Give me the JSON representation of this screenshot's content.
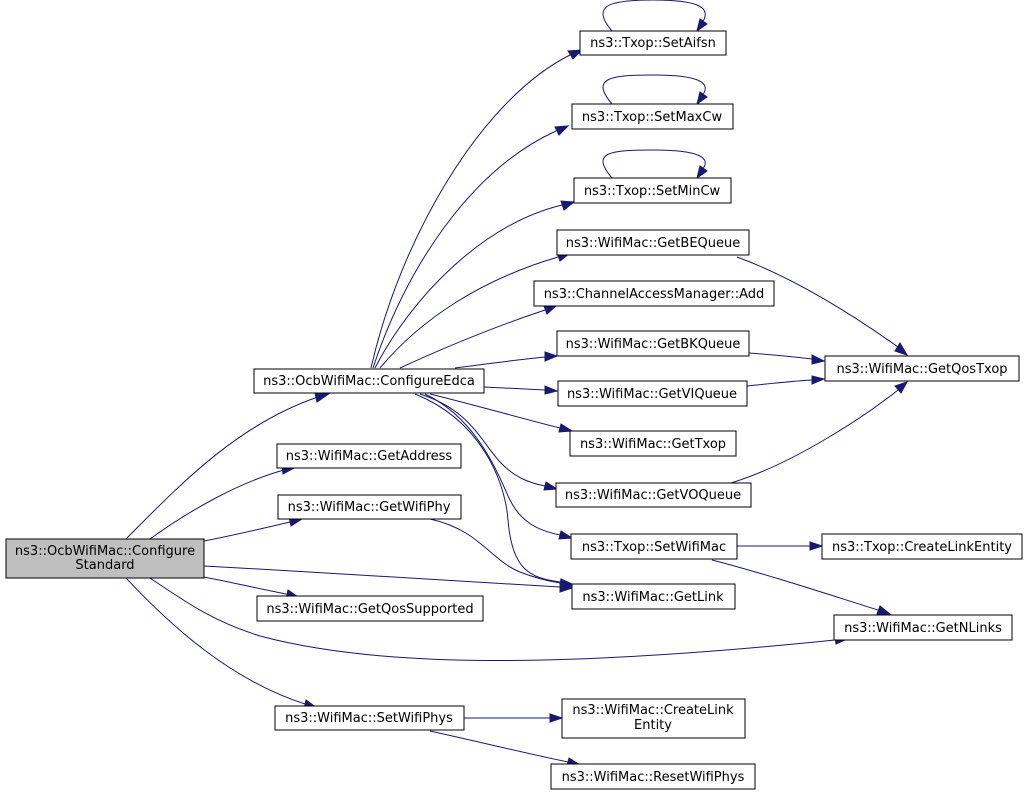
{
  "colors": {
    "edge": "#191970",
    "root_fill": "#bfbfbf",
    "node_fill": "#ffffff",
    "border": "#000000"
  },
  "nodes": {
    "root": [
      "ns3::OcbWifiMac::Configure",
      "Standard"
    ],
    "configure_edca": [
      "ns3::OcbWifiMac::ConfigureEdca"
    ],
    "get_address": [
      "ns3::WifiMac::GetAddress"
    ],
    "get_wifi_phy": [
      "ns3::WifiMac::GetWifiPhy"
    ],
    "get_qos_supported": [
      "ns3::WifiMac::GetQosSupported"
    ],
    "set_wifi_phys": [
      "ns3::WifiMac::SetWifiPhys"
    ],
    "set_aifsn": [
      "ns3::Txop::SetAifsn"
    ],
    "set_max_cw": [
      "ns3::Txop::SetMaxCw"
    ],
    "set_min_cw": [
      "ns3::Txop::SetMinCw"
    ],
    "get_be_queue": [
      "ns3::WifiMac::GetBEQueue"
    ],
    "cam_add": [
      "ns3::ChannelAccessManager::Add"
    ],
    "get_bk_queue": [
      "ns3::WifiMac::GetBKQueue"
    ],
    "get_vi_queue": [
      "ns3::WifiMac::GetVIQueue"
    ],
    "get_txop": [
      "ns3::WifiMac::GetTxop"
    ],
    "get_vo_queue": [
      "ns3::WifiMac::GetVOQueue"
    ],
    "txop_set_wifi_mac": [
      "ns3::Txop::SetWifiMac"
    ],
    "get_link": [
      "ns3::WifiMac::GetLink"
    ],
    "get_qos_txop": [
      "ns3::WifiMac::GetQosTxop"
    ],
    "create_link_entity_txop": [
      "ns3::Txop::CreateLinkEntity"
    ],
    "get_n_links": [
      "ns3::WifiMac::GetNLinks"
    ],
    "create_link_entity_mac": [
      "ns3::WifiMac::CreateLink",
      "Entity"
    ],
    "reset_wifi_phys": [
      "ns3::WifiMac::ResetWifiPhys"
    ]
  }
}
